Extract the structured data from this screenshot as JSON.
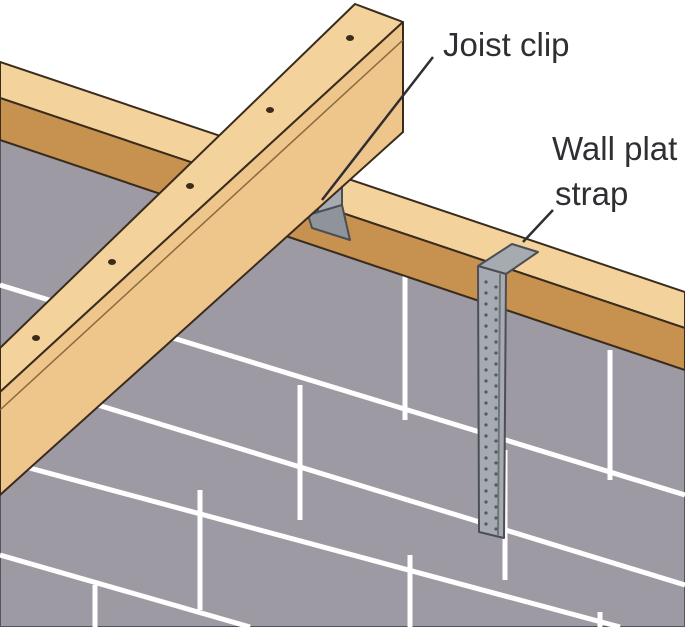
{
  "labels": {
    "joist_clip": "Joist clip",
    "wall_plate_strap_line1": "Wall plat",
    "wall_plate_strap_line2": "strap"
  },
  "colors": {
    "blockwork": "#9d9aa4",
    "mortar_joint": "#ffffff",
    "timber_face": "#eec58a",
    "timber_top": "#f4d29b",
    "timber_side": "#c7914f",
    "timber_outline": "#3a2c1d",
    "metal": "#a6aab1",
    "metal_dark": "#70757c",
    "label_text": "#2f2f33",
    "leader_line": "#2f2f33"
  }
}
